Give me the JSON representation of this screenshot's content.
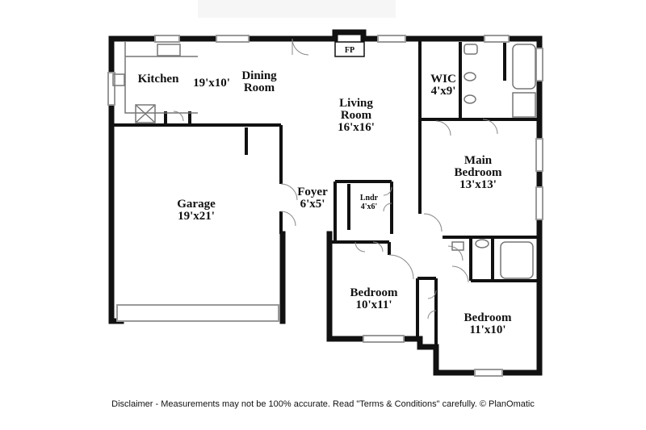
{
  "rooms": {
    "kitchen": {
      "label": "Kitchen"
    },
    "dining": {
      "dim": "19'x10'",
      "label1": "Dining",
      "label2": "Room"
    },
    "living": {
      "label1": "Living",
      "label2": "Room",
      "dim": "16'x16'"
    },
    "fireplace": {
      "label": "FP"
    },
    "wic": {
      "label": "WIC",
      "dim": "4'x9'"
    },
    "main_bedroom": {
      "label1": "Main",
      "label2": "Bedroom",
      "dim": "13'x13'"
    },
    "garage": {
      "label": "Garage",
      "dim": "19'x21'"
    },
    "foyer": {
      "label": "Foyer",
      "dim": "6'x5'"
    },
    "laundry": {
      "label": "Lndr",
      "dim": "4'x6'"
    },
    "bedroom2": {
      "label": "Bedroom",
      "dim": "10'x11'"
    },
    "bedroom3": {
      "label": "Bedroom",
      "dim": "11'x10'"
    }
  },
  "footer": {
    "disclaimer": "Disclaimer - Measurements may not be 100% accurate. Read \"Terms & Conditions\" carefully. © PlanOmatic"
  },
  "colors": {
    "wall": "#111111",
    "window": "#999999",
    "fixture": "#777777"
  }
}
